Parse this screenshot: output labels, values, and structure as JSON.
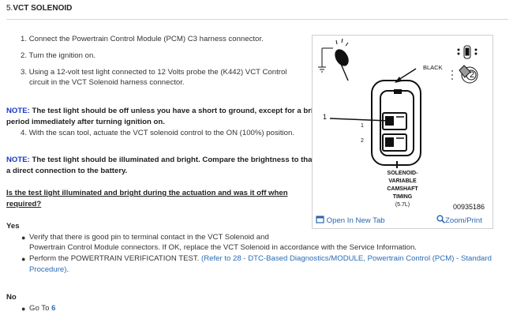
{
  "section": {
    "number": "5.",
    "title": "VCT SOLENOID"
  },
  "steps": [
    {
      "num": "1.",
      "text": "Connect the Powertrain Control Module (PCM) C3 harness connector."
    },
    {
      "num": "2.",
      "text": "Turn the ignition on."
    },
    {
      "num": "3.",
      "line1": "Using a 12-volt test light connected to 12 Volts probe the (K442) VCT Control",
      "line2": "circuit in the VCT Solenoid harness connector."
    }
  ],
  "note1": {
    "label": "NOTE:",
    "line1": " The test light should be off unless you have a short to ground, except for a brief",
    "line2": "period immediately after turning ignition on."
  },
  "step4": {
    "num": "4.",
    "text": "With the scan tool, actuate the VCT solenoid control to the ON (100%) position."
  },
  "note2": {
    "label": "NOTE:",
    "line1": " The test light should be illuminated and bright. Compare the brightness to that of",
    "line2": "a direct connection to the battery."
  },
  "question": {
    "line1": "Is the test light illuminated and bright during the actuation and was it off when",
    "line2": "required?"
  },
  "yes": {
    "label": "Yes",
    "bullet1_line1": "Verify that there is good pin to terminal contact in the VCT Solenoid and",
    "bullet1_line2": "Powertrain Control Module connectors. If OK, replace the VCT Solenoid in accordance with the Service Information.",
    "bullet2_text": "Perform the POWERTRAIN VERIFICATION TEST. ",
    "bullet2_link_line1": "(Refer to 28 - DTC-Based Diagnostics/MODULE, Powertrain Control (PCM) - Standard",
    "bullet2_link_line2": "Procedure)",
    "bullet2_end": "."
  },
  "no": {
    "label": "No",
    "bullet_text": "Go To ",
    "bullet_link": "6"
  },
  "figure": {
    "black_label": "BLACK",
    "callout_1": "1",
    "pin_1": "1",
    "pin_2": "2",
    "keyed_2": "2",
    "caption_lines": [
      "SOLENOID-",
      "VARIABLE",
      "CAMSHAFT",
      "TIMING",
      "(5.7L)"
    ],
    "ref_number": "00935186",
    "open_tab": "Open In New Tab",
    "zoom": "Zoom/Print"
  },
  "colors": {
    "note_label": "#1a39c4",
    "link": "#2a6cb5"
  }
}
